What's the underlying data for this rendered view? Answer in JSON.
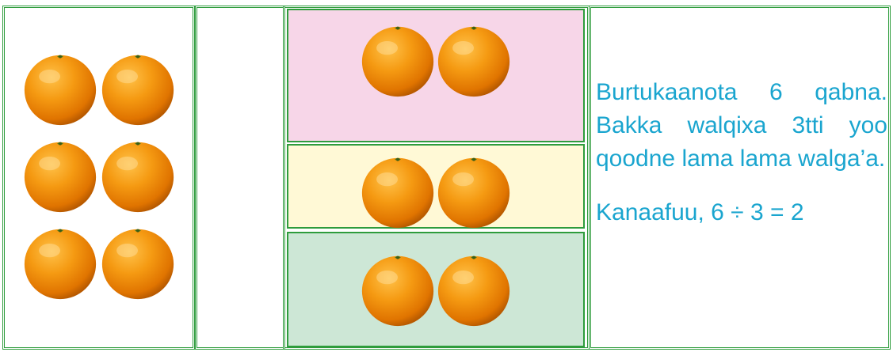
{
  "colors": {
    "border": "#2e9c3c",
    "text": "#1aa5cf",
    "group_1_fill": "#f7d6e8",
    "group_2_fill": "#fff9d6",
    "group_3_fill": "#cde7d6",
    "orange": "#f08c0a"
  },
  "left_panel": {
    "orange_count": 6,
    "icon": "orange-fruit"
  },
  "groups": [
    {
      "orange_count": 2,
      "fill": "#f7d6e8"
    },
    {
      "orange_count": 2,
      "fill": "#fff9d6"
    },
    {
      "orange_count": 2,
      "fill": "#cde7d6"
    }
  ],
  "text": {
    "paragraph_1": "Burtukaanota 6 qabna. Bakka walqixa 3tti yoo qoodne lama lama walga’a.",
    "paragraph_2": "Kanaafuu, 6 ÷ 3 = 2"
  }
}
